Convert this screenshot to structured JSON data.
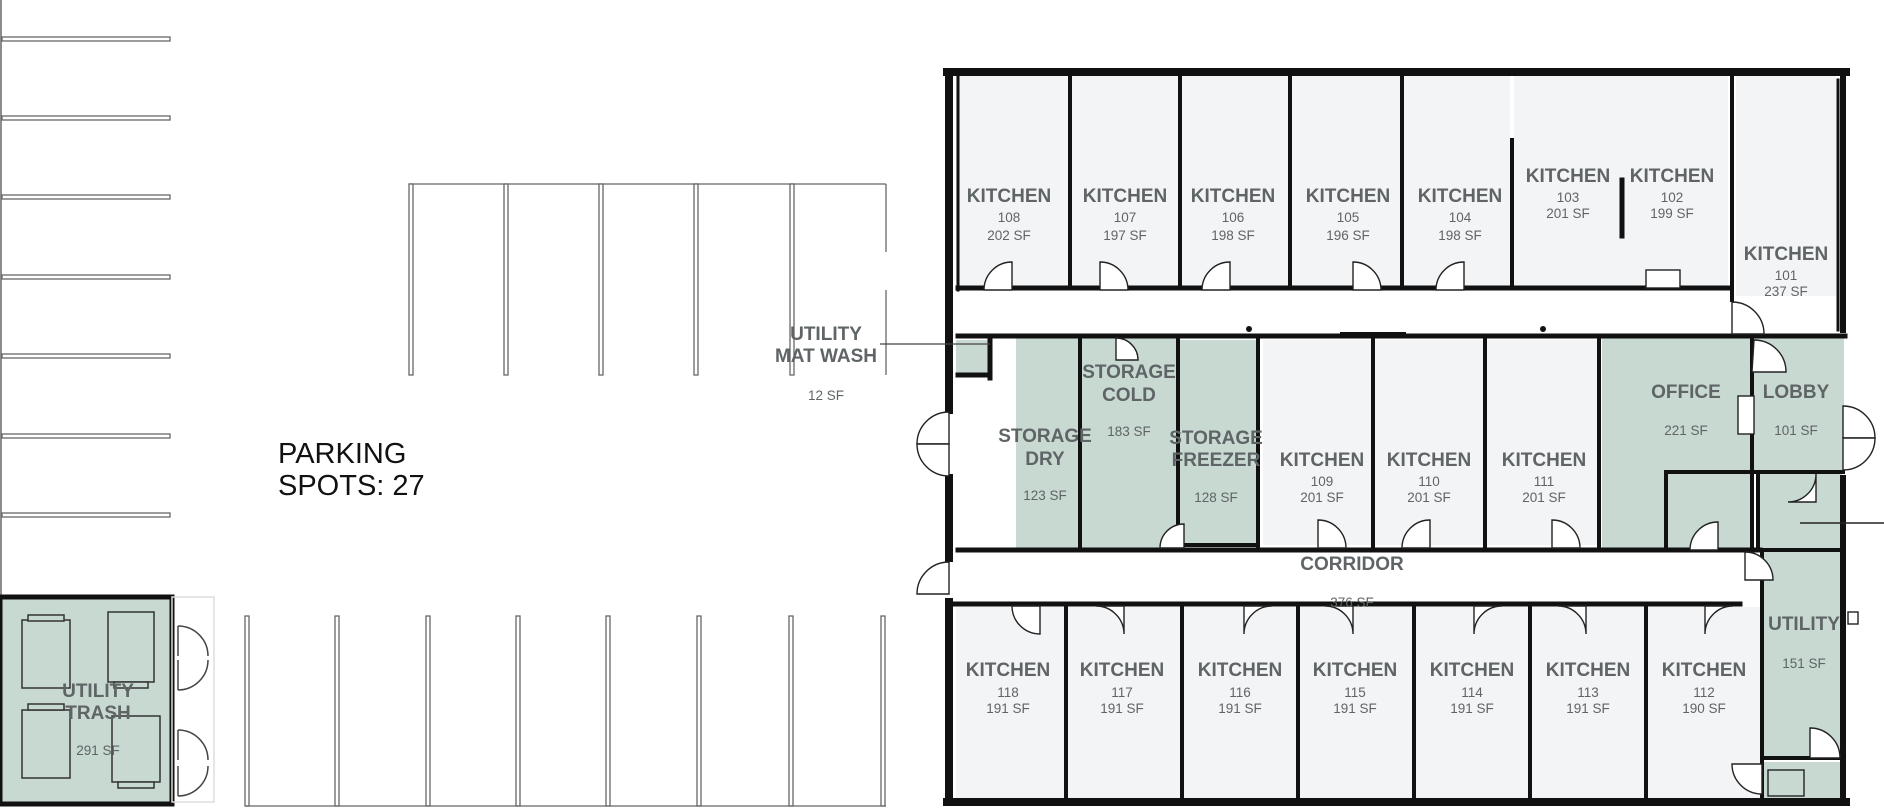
{
  "parking": {
    "line1": "PARKING",
    "line2": "SPOTS: 27"
  },
  "utility_mat_wash": {
    "line1": "UTILITY",
    "line2": "MAT WASH",
    "area": "12 SF"
  },
  "utility_trash": {
    "line1": "UTILITY",
    "line2": "TRASH",
    "area": "291 SF"
  },
  "storage_dry": {
    "line1": "STORAGE",
    "line2": "DRY",
    "area": "123 SF"
  },
  "storage_cold": {
    "line1": "STORAGE",
    "line2": "COLD",
    "area": "183 SF"
  },
  "storage_freezer": {
    "line1": "STORAGE",
    "line2": "FREEZER",
    "area": "128 SF"
  },
  "office": {
    "name": "OFFICE",
    "area": "221 SF"
  },
  "lobby": {
    "name": "LOBBY",
    "area": "101 SF"
  },
  "corridor": {
    "name": "CORRIDOR",
    "area": "376 SF"
  },
  "utility": {
    "name": "UTILITY",
    "area": "151 SF"
  },
  "kitchens_top": [
    {
      "name": "KITCHEN",
      "num": "108",
      "area": "202 SF"
    },
    {
      "name": "KITCHEN",
      "num": "107",
      "area": "197 SF"
    },
    {
      "name": "KITCHEN",
      "num": "106",
      "area": "198 SF"
    },
    {
      "name": "KITCHEN",
      "num": "105",
      "area": "196 SF"
    },
    {
      "name": "KITCHEN",
      "num": "104",
      "area": "198 SF"
    },
    {
      "name": "KITCHEN",
      "num": "103",
      "area": "201 SF"
    },
    {
      "name": "KITCHEN",
      "num": "102",
      "area": "199 SF"
    },
    {
      "name": "KITCHEN",
      "num": "101",
      "area": "237 SF"
    }
  ],
  "kitchens_mid": [
    {
      "name": "KITCHEN",
      "num": "109",
      "area": "201 SF"
    },
    {
      "name": "KITCHEN",
      "num": "110",
      "area": "201 SF"
    },
    {
      "name": "KITCHEN",
      "num": "111",
      "area": "201 SF"
    }
  ],
  "kitchens_bottom": [
    {
      "name": "KITCHEN",
      "num": "118",
      "area": "191 SF"
    },
    {
      "name": "KITCHEN",
      "num": "117",
      "area": "191 SF"
    },
    {
      "name": "KITCHEN",
      "num": "116",
      "area": "191 SF"
    },
    {
      "name": "KITCHEN",
      "num": "115",
      "area": "191 SF"
    },
    {
      "name": "KITCHEN",
      "num": "114",
      "area": "191 SF"
    },
    {
      "name": "KITCHEN",
      "num": "113",
      "area": "191 SF"
    },
    {
      "name": "KITCHEN",
      "num": "112",
      "area": "190 SF"
    }
  ],
  "colors": {
    "wall": "#111111",
    "room_fill": "#f3f4f5",
    "utility_fill": "#c8d9d1",
    "label": "#5f6466",
    "parking_line": "#666666"
  }
}
